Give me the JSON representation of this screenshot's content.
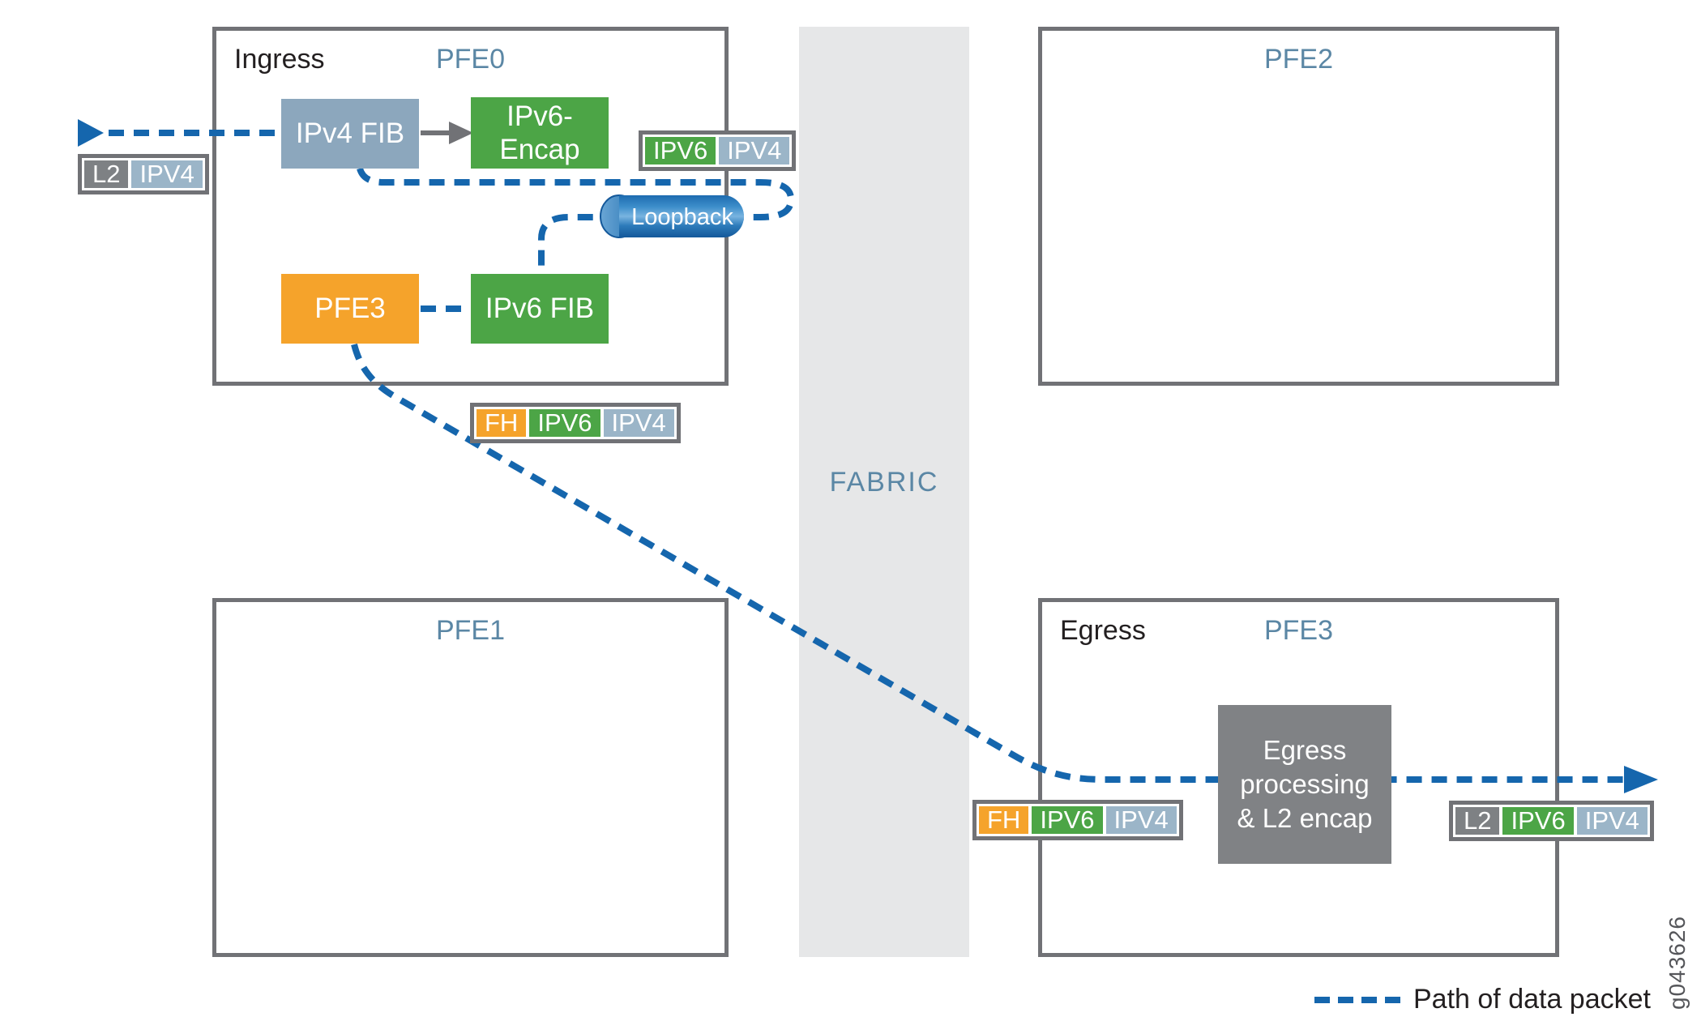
{
  "figure_id": "g043626",
  "legend": {
    "label": "Path of data packet"
  },
  "fabric": {
    "label": "FABRIC"
  },
  "boxes": {
    "pfe0": {
      "role": "Ingress",
      "title": "PFE0"
    },
    "pfe2": {
      "title": "PFE2"
    },
    "pfe1": {
      "title": "PFE1"
    },
    "egress_pfe3": {
      "role": "Egress",
      "title": "PFE3"
    }
  },
  "nodes": {
    "ipv4_fib": {
      "label": "IPv4 FIB"
    },
    "ipv6_encap": {
      "line1": "IPv6-",
      "line2": "Encap"
    },
    "pfe3": {
      "label": "PFE3"
    },
    "ipv6_fib": {
      "label": "IPv6 FIB"
    },
    "loopback": {
      "label": "Loopback"
    },
    "egress_processing": {
      "line1": "Egress",
      "line2": "processing",
      "line3": "& L2 encap"
    }
  },
  "badges": {
    "ingress_in": {
      "chips": [
        "L2",
        "IPV4"
      ]
    },
    "after_encap": {
      "chips": [
        "IPV6",
        "IPV4"
      ]
    },
    "to_fabric": {
      "chips": [
        "FH",
        "IPV6",
        "IPV4"
      ]
    },
    "from_fabric": {
      "chips": [
        "FH",
        "IPV6",
        "IPV4"
      ]
    },
    "egress_out": {
      "chips": [
        "L2",
        "IPV6",
        "IPV4"
      ]
    }
  },
  "colors": {
    "path_blue": "#1566AD",
    "green": "#4CA546",
    "orange": "#F5A32B",
    "steel_blue_box": "#8CA7BD",
    "steel_blue_chip": "#9BB5C8",
    "gray_chip": "#7E8184",
    "dark_gray_box": "#808285",
    "border_gray": "#717276",
    "fabric_band": "#E6E7E8",
    "title_blue": "#5B87A5"
  }
}
